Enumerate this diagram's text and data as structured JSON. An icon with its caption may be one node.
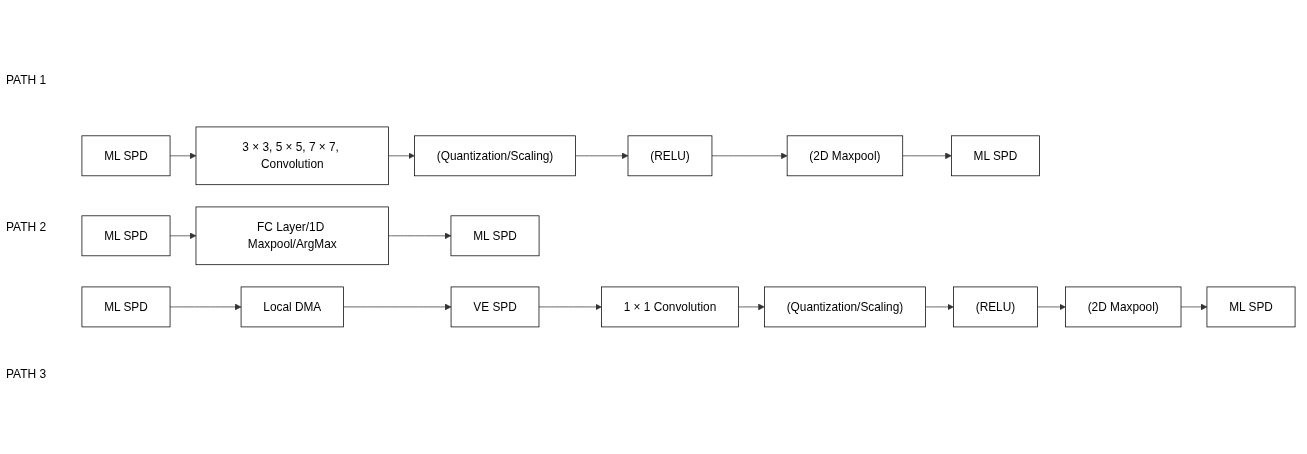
{
  "diagram": {
    "nodes": [
      {
        "text": [
          "ML SPD"
        ]
      },
      {
        "text": [
          "3 × 3, 5 × 5, 7 × 7, Convolution"
        ]
      },
      {
        "text": [
          "(Quantization/Scaling)"
        ]
      },
      {
        "text": [
          "(RELU)"
        ]
      },
      {
        "text": [
          "(2D Maxpool)"
        ]
      },
      {
        "text": [
          "ML SPD"
        ]
      },
      {
        "text": [
          "ML SPD"
        ]
      },
      {
        "text": [
          "FC Layer/1D Maxpool/ArgMax"
        ]
      },
      {
        "text": [
          "ML SPD"
        ]
      },
      {
        "text": [
          "ML SPD"
        ]
      },
      {
        "text": [
          "Local DMA"
        ]
      },
      {
        "text": [
          "VE SPD"
        ]
      },
      {
        "text": [
          "1 × 1 Convolution"
        ]
      },
      {
        "text": [
          "(Quantization/Scaling)"
        ]
      },
      {
        "text": [
          "(RELU)"
        ]
      },
      {
        "text": [
          "(2D Maxpool)"
        ]
      },
      {
        "text": [
          "ML SPD"
        ]
      }
    ],
    "edges": [
      {
        "from": 0,
        "to": 1,
        "arrow": "to"
      },
      {
        "from": 1,
        "to": 2,
        "arrow": "to"
      },
      {
        "from": 2,
        "to": 3,
        "arrow": "to"
      },
      {
        "from": 3,
        "to": 4,
        "arrow": "to"
      },
      {
        "from": 4,
        "to": 5,
        "arrow": "to"
      },
      {
        "from": 6,
        "to": 7,
        "arrow": "to"
      },
      {
        "from": 7,
        "to": 8,
        "arrow": "to"
      },
      {
        "from": 9,
        "to": 10,
        "arrow": "to"
      },
      {
        "from": 10,
        "to": 11,
        "arrow": "to"
      },
      {
        "from": 11,
        "to": 12,
        "arrow": "to"
      },
      {
        "from": 12,
        "to": 13,
        "arrow": "to"
      },
      {
        "from": 13,
        "to": 14,
        "arrow": "to"
      },
      {
        "from": 14,
        "to": 15,
        "arrow": "to"
      },
      {
        "from": 15,
        "to": 16,
        "arrow": "to"
      }
    ],
    "labels": [
      "PATH 1",
      "PATH 2",
      "PATH 3"
    ]
  }
}
